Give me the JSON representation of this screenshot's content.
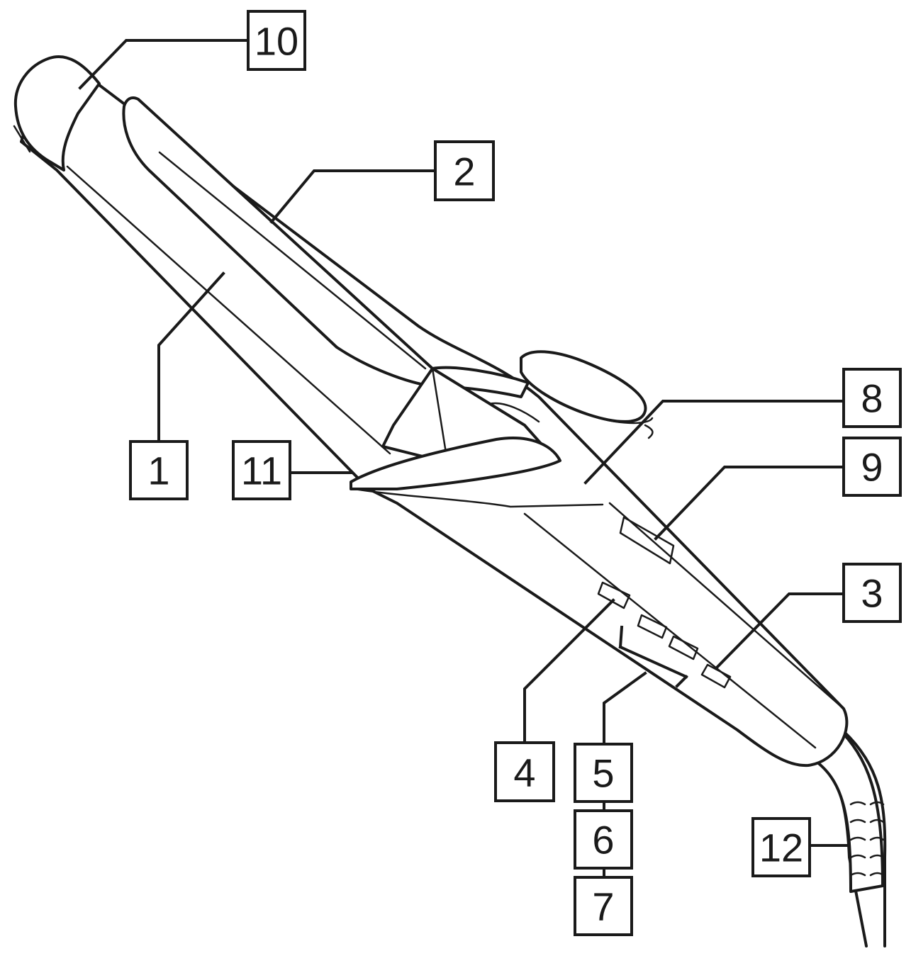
{
  "diagram": {
    "line_color": "#1a1a1a",
    "background": "#ffffff",
    "callouts": [
      {
        "id": "c10",
        "label": "10"
      },
      {
        "id": "c2",
        "label": "2"
      },
      {
        "id": "c1",
        "label": "1"
      },
      {
        "id": "c11",
        "label": "11"
      },
      {
        "id": "c8",
        "label": "8"
      },
      {
        "id": "c9",
        "label": "9"
      },
      {
        "id": "c3",
        "label": "3"
      },
      {
        "id": "c4",
        "label": "4"
      },
      {
        "id": "c5",
        "label": "5"
      },
      {
        "id": "c6",
        "label": "6"
      },
      {
        "id": "c7",
        "label": "7"
      },
      {
        "id": "c12",
        "label": "12"
      }
    ]
  }
}
